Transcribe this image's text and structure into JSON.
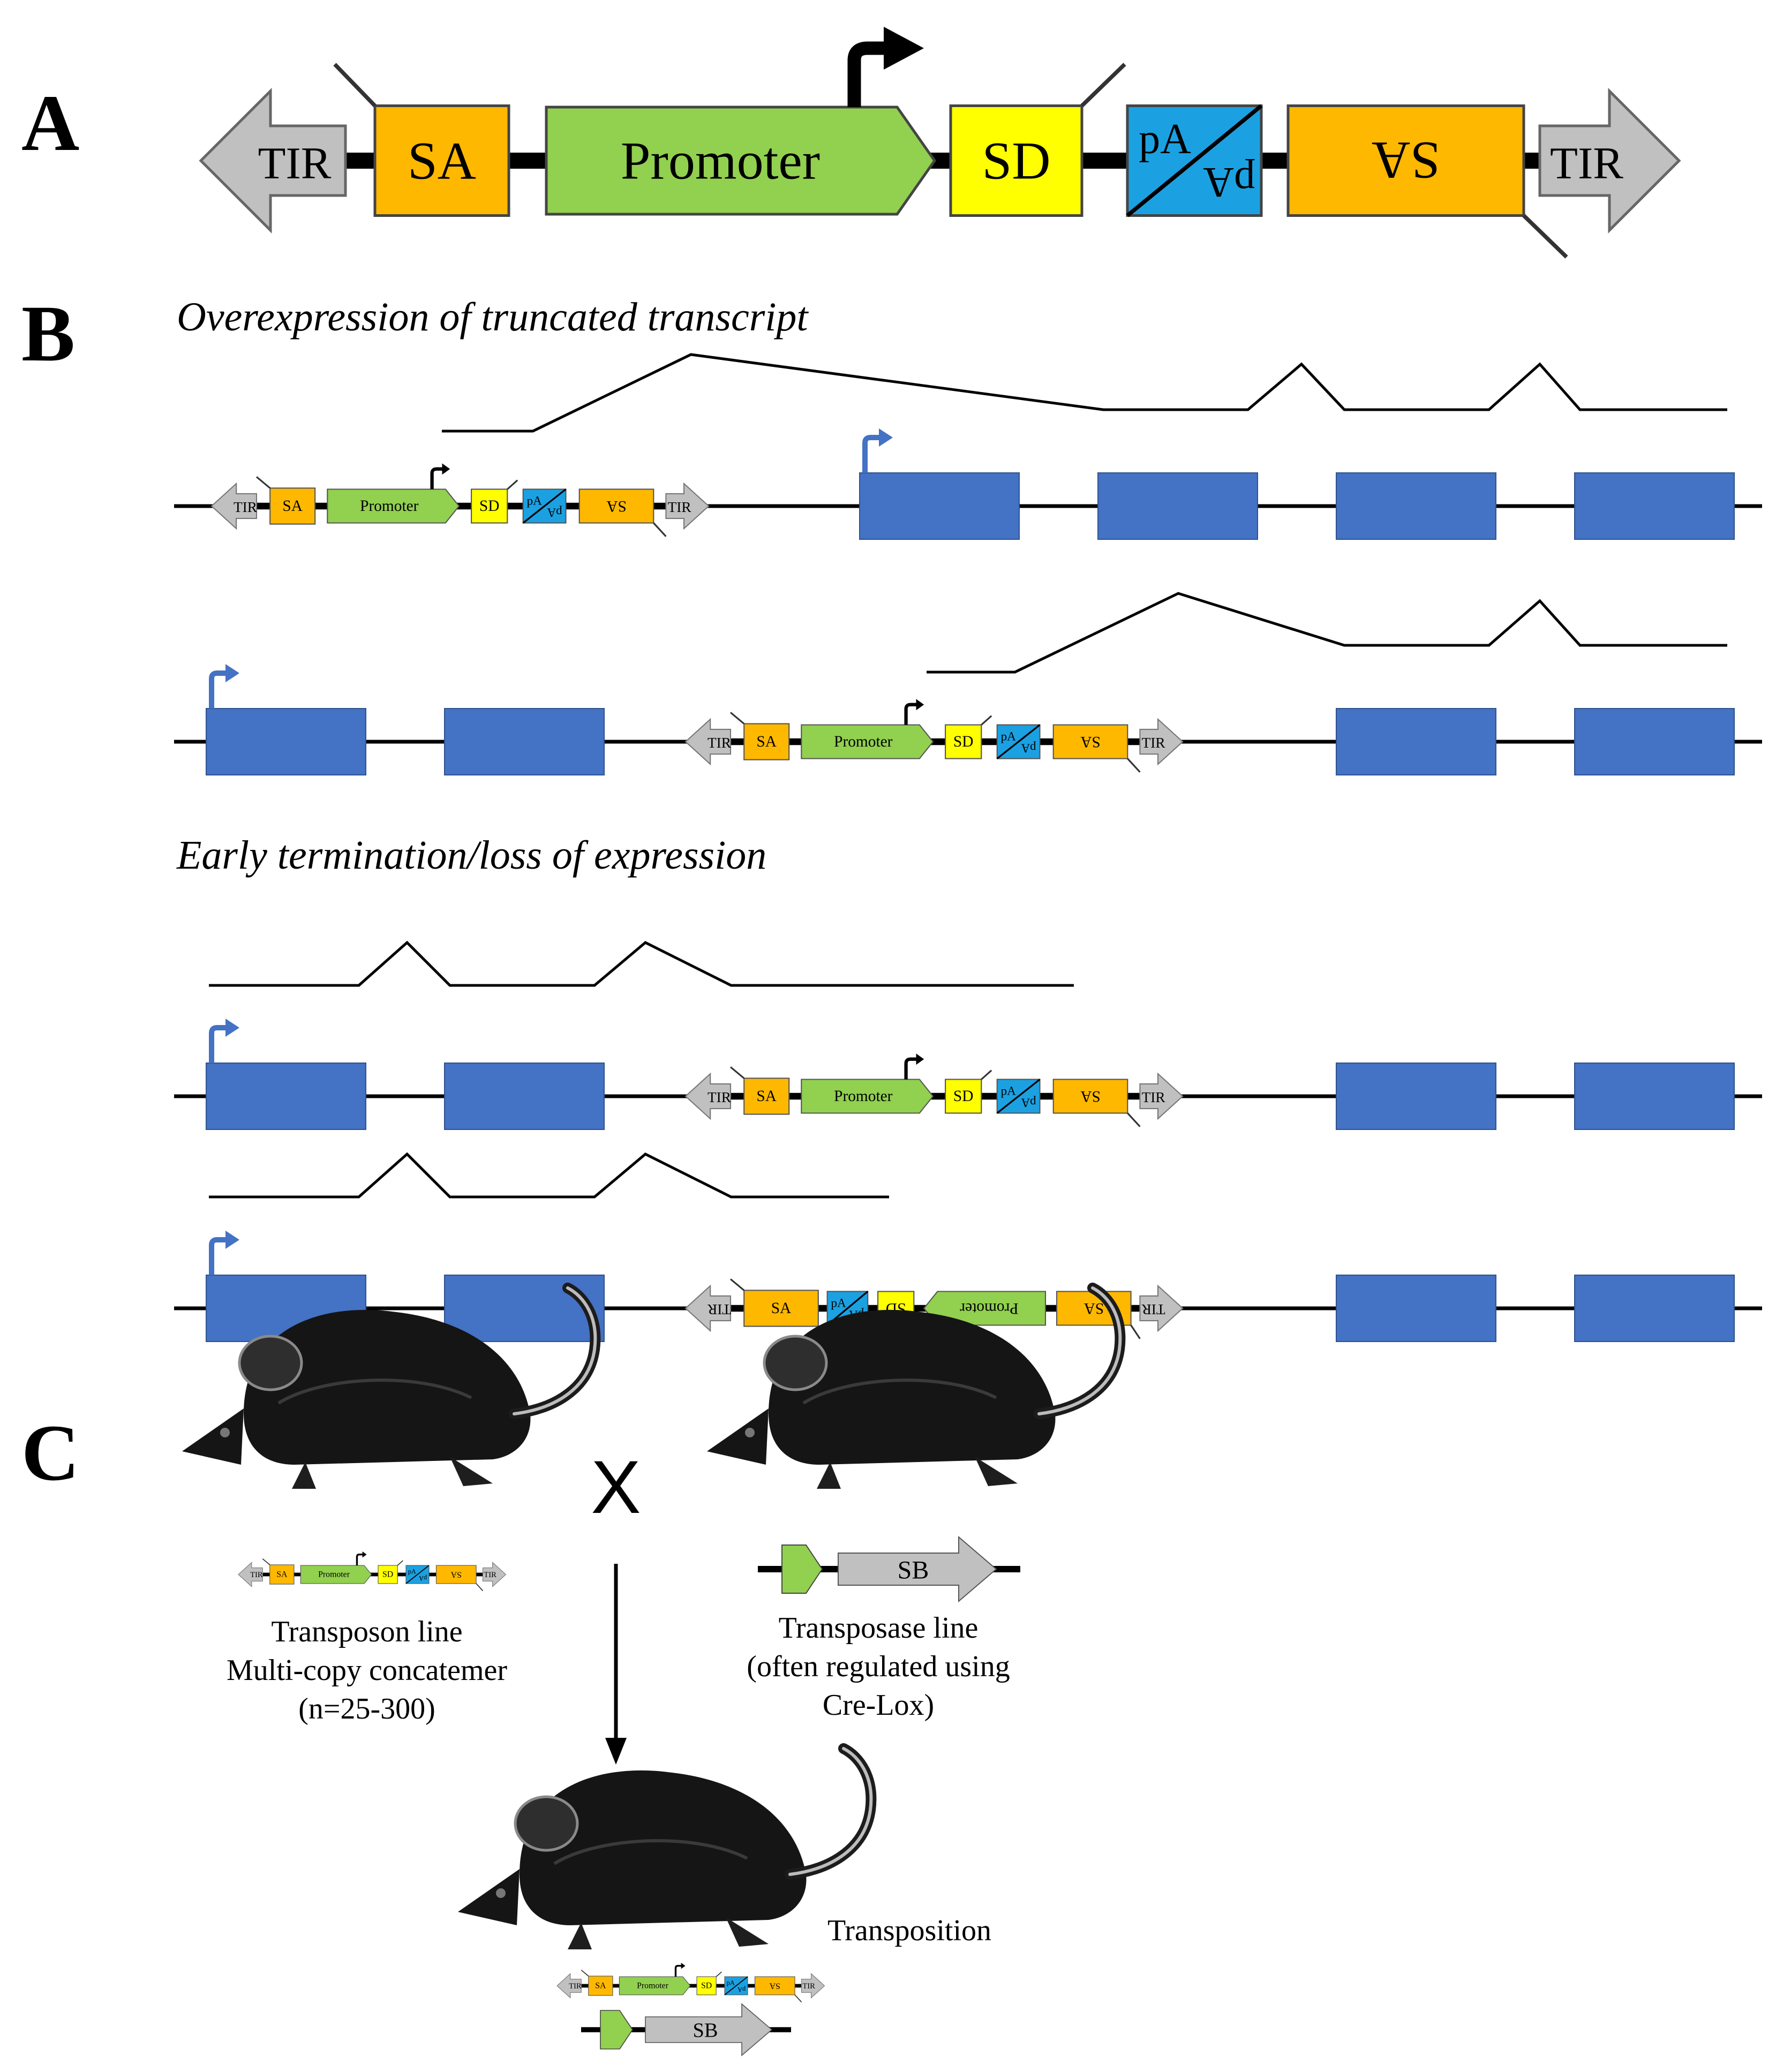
{
  "panels": {
    "a": {
      "letter": "A"
    },
    "b": {
      "letter": "B",
      "heading_overexpression": "Overexpression of truncated transcript",
      "heading_termination": "Early termination/loss of expression"
    },
    "c": {
      "letter": "C",
      "cross_symbol": "X",
      "transposon_caption": [
        "Transposon line",
        "Multi-copy concatemer",
        "(n=25-300)"
      ],
      "transposase_caption": [
        "Transposase line",
        "(often regulated using",
        "Cre-Lox)"
      ],
      "transposition_caption": "Transposition",
      "sb_label": "SB"
    }
  },
  "transposon_labels": {
    "tir": "TIR",
    "sa": "SA",
    "promoter": "Promoter",
    "sd": "SD",
    "pa": "pA",
    "sa_inverted": "SA"
  },
  "colors": {
    "sa": "#FFB800",
    "promoter": "#92D050",
    "sd": "#FFFF00",
    "pa": "#1BA1E2",
    "tir": "#C0C0C0",
    "exon": "#4472C4",
    "arrow_blue": "#4472C4",
    "line": "#000000"
  }
}
